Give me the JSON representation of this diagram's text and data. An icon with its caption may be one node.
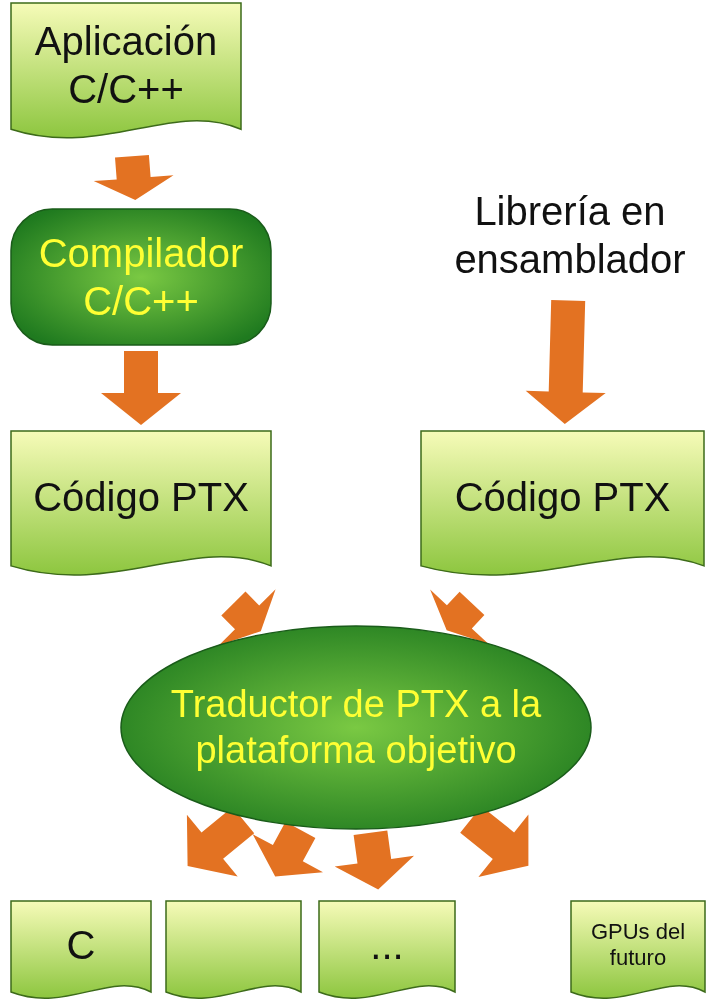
{
  "diagram": {
    "nodes": [
      {
        "text": [
          "Aplicación C/C++"
        ]
      },
      {
        "text": [
          "Compilador C/C++"
        ]
      },
      {
        "text": [
          "Código PTX"
        ]
      },
      {
        "text": [
          "Librería en ensamblador"
        ]
      },
      {
        "text": [
          "Código PTX"
        ]
      },
      {
        "text": [
          "Traductor de PTX a la plataforma objetivo"
        ]
      },
      {
        "text": [
          "C"
        ]
      },
      {
        "text": [],
        "shape": "box"
      },
      {
        "text": [
          "..."
        ]
      },
      {
        "text": [
          "GPUs del futuro"
        ]
      }
    ],
    "edges": [
      {
        "from": 0,
        "to": 1,
        "arrow": "to"
      },
      {
        "from": 1,
        "to": 2,
        "arrow": "to"
      },
      {
        "from": 3,
        "to": 4,
        "arrow": "to"
      },
      {
        "from": 2,
        "to": 5,
        "arrow": "to"
      },
      {
        "from": 4,
        "to": 5,
        "arrow": "to"
      },
      {
        "from": 5,
        "to": 6,
        "arrow": "to"
      },
      {
        "from": 5,
        "to": 7,
        "arrow": "to"
      },
      {
        "from": 5,
        "to": 8,
        "arrow": "to"
      },
      {
        "from": 5,
        "to": 9,
        "arrow": "to"
      }
    ]
  }
}
